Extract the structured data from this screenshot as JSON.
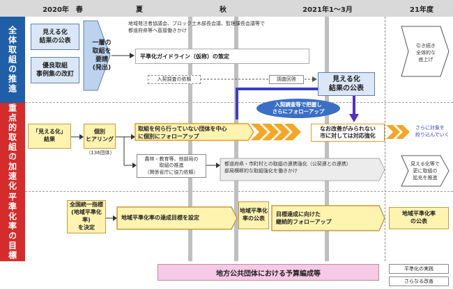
{
  "header": {
    "col_2020": "2020年　春",
    "col_summer": "夏",
    "col_autumn": "秋",
    "col_2021": "2021年1～3月",
    "col_fy21": "21年度"
  },
  "rows": {
    "overall": "全体取組の推進",
    "focus": "重点的取組の加速化",
    "target": "平準化率の目標"
  },
  "overall": {
    "visualize_publish": "見える化\n結果の公表",
    "good_cases": "優良取組\n事例集の改訂",
    "request": "一層の\n取組を\n要請\n(発出)",
    "note_top": "地域発注者協議会、ブロック土木部長会議、監理課長会議等で\n都道府県等へ直接働きかけ",
    "guideline": "平準化ガイドライン（仮称）の策定",
    "survey_request": "入契調査の依頼",
    "survey_answer": "調査回答",
    "visualize_result": "見える化\n結果の公表",
    "fy21_note": "引き続き\n全体的な\n底上げ"
  },
  "focus": {
    "visualize_result": "「見える化」\n結果",
    "individual_hearing": "個別\nヒアリング",
    "hearing_count": "（136団体）",
    "followup": "取組を何ら行っていない団体を中心\nに個別にフォローアップ",
    "bubble": "入契調査等で把握し\nさらにフォローアップ",
    "no_improvement": "なお改善がみられない\n市に対しては対応強化",
    "narrow_down": "さらに対象を\n絞り込んでいく",
    "other_depts": "農林・教育等、他部局の\n取組の推進\n（関係省庁に協力依頼）",
    "coop_note": "都道府県・市町村との取組の連携強化（公契連との連携）\n部局横断的な取組強化を働きかけ",
    "fy21_note": "見える化等で\n更に取組の\n拡充を推進"
  },
  "target": {
    "unified_index": "全国統一指標\n(地域平準化率)\nを決定",
    "set_goal": "地域平準化率の達成目標を設定",
    "publish_rate": "地域平準化\n率の公表",
    "continuous_followup": "目標達成に向けた\n継続的フォローアップ",
    "fy21_publish": "地域平準化率\nの公表"
  },
  "bottom": {
    "budget": "地方公共団体における予算編成等",
    "practice": "平準化の実践",
    "improve": "さらなる改善"
  },
  "colors": {
    "row_overall": "#1f5fa8",
    "row_focus": "#d62b2b",
    "row_target": "#d62b2b",
    "chevron": "#f5a623",
    "bubble": "#3a6fc4",
    "budget_box": "#f6c9e6"
  }
}
